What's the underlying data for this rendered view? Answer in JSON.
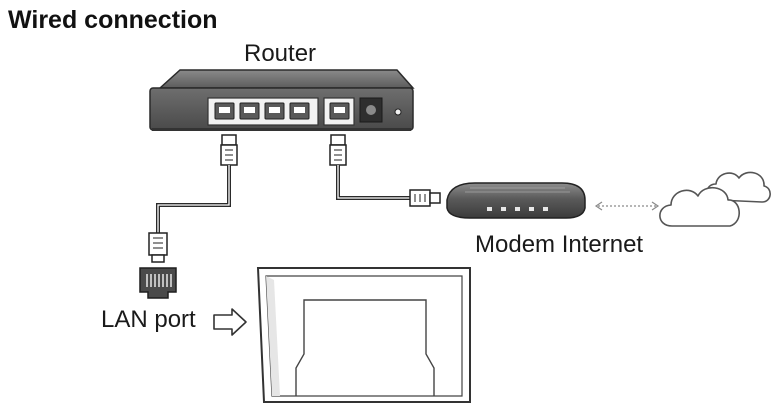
{
  "title": "Wired connection",
  "labels": {
    "router": "Router",
    "modem": "Modem Internet",
    "lan_port": "LAN port"
  },
  "icons": {
    "router": "router-icon",
    "modem": "modem-icon",
    "cloud": "cloud-icon",
    "tv": "tv-back-icon",
    "arrow": "arrow-right-icon",
    "lan_jack": "ethernet-jack-icon"
  },
  "colors": {
    "device_fill": "#6a6a6a",
    "device_dark": "#3a3a3a",
    "line": "#2a2a2a",
    "cloud_stroke": "#555555"
  }
}
